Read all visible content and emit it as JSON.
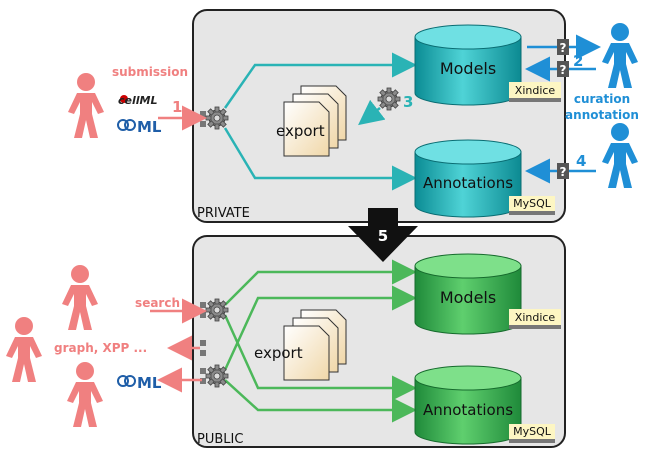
{
  "colors": {
    "private_panel": "#e6e6e6",
    "public_panel": "#e6e6e6",
    "cyan_arrow": "#2ab3b5",
    "green_arrow": "#4cb85a",
    "user_pink": "#f08080",
    "curator_blue": "#1f8fd6",
    "tag_bg": "#fdf6c3"
  },
  "private_panel": {
    "label": "PRIVATE",
    "models_db": {
      "title": "Models",
      "tag": "Xindice"
    },
    "annotations_db": {
      "title": "Annotations",
      "tag": "MySQL"
    },
    "export_label": "export"
  },
  "public_panel": {
    "label": "PUBLIC",
    "models_db": {
      "title": "Models",
      "tag": "Xindice"
    },
    "annotations_db": {
      "title": "Annotations",
      "tag": "MySQL"
    },
    "export_label": "export"
  },
  "left_side": {
    "submission_label": "submission",
    "search_label": "search",
    "graph_label": "graph, XPP ...",
    "cellml_logo": "cellML",
    "sbml_logo": "SBML"
  },
  "right_side": {
    "curation_label": "curation",
    "annotation_label": "annotation"
  },
  "steps": {
    "s1": "1",
    "s2": "2",
    "s3": "3",
    "s4": "4",
    "s5": "5"
  },
  "question_mark": "?"
}
